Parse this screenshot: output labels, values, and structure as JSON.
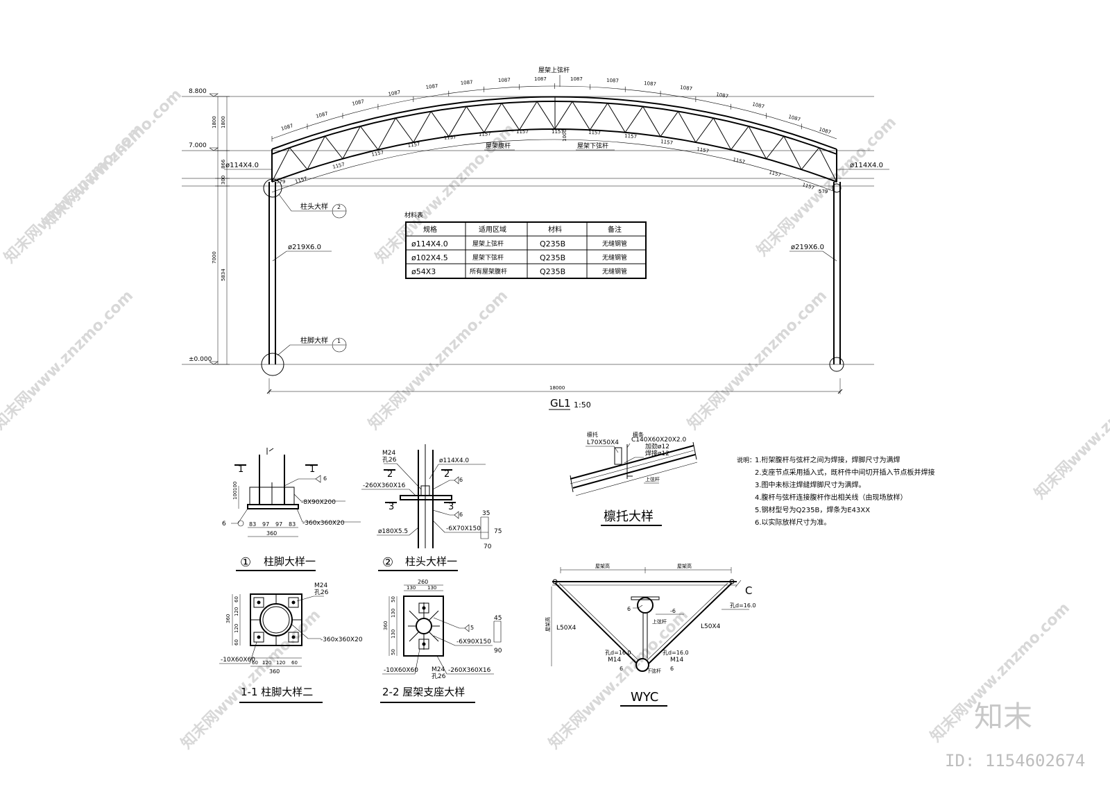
{
  "drawing": {
    "truss": {
      "top_chord_label": "屋架上弦杆",
      "web_label": "屋架腹杆",
      "bottom_chord_label": "屋架下弦杆",
      "top_seg": "1087",
      "bottom_seg": "1157",
      "mid_depth": "1000",
      "end_gap": "579",
      "elev_top": "8.800",
      "elev_eave": "7.000",
      "elev_ground": "±0.000",
      "dims_left": [
        "1800",
        "1800",
        "866",
        "300",
        "7000",
        "5834"
      ],
      "span": "18000",
      "chord_left": "ø114X4.0",
      "chord_right": "ø114X4.0",
      "col_left": "ø219X6.0",
      "col_right": "ø219X6.0",
      "col_head_ref": "柱头大样",
      "col_head_num": "2",
      "col_foot_ref": "柱脚大样",
      "col_foot_num": "1",
      "title": "GL1",
      "scale": "1:50"
    },
    "material_table": {
      "caption": "材料表",
      "headers": [
        "规格",
        "适用区域",
        "材料",
        "备注"
      ],
      "rows": [
        [
          "ø114X4.0",
          "屋架上弦杆",
          "Q235B",
          "无缝钢管"
        ],
        [
          "ø102X4.5",
          "屋架下弦杆",
          "Q235B",
          "无缝钢管"
        ],
        [
          "ø54X3",
          "所有屋架腹杆",
          "Q235B",
          "无缝钢管"
        ]
      ]
    },
    "detail1": {
      "num": "①",
      "title": "柱脚大样一",
      "sec_mark": "1",
      "weld": "6",
      "plate1": "-8X90X200",
      "plate2": "-360x360X20",
      "dims_bottom": [
        "83",
        "97",
        "97",
        "83"
      ],
      "total": "360",
      "h1": "100",
      "h2": "100"
    },
    "detail2": {
      "num": "②",
      "title": "柱头大样一",
      "bolt": "M24",
      "hole": "孔26",
      "pipe": "ø114X4.0",
      "plate": "-260X360X16",
      "rib": "-6X70X150",
      "pipe2": "ø180X5.5",
      "sec2": "2",
      "sec3": "3",
      "weld": "6",
      "rib_dims": [
        "35",
        "75",
        "70"
      ]
    },
    "detail11": {
      "title": "1-1  柱脚大样二",
      "bolt": "M24",
      "hole": "孔26",
      "washer": "-10X60X60",
      "plate": "-360x360X20",
      "dims_h": [
        "60",
        "120",
        "120",
        "60"
      ],
      "dims_v": [
        "60",
        "120",
        "120",
        "60"
      ],
      "total_h": "360",
      "total_v": "360"
    },
    "detail22": {
      "title": "2-2  屋架支座大样",
      "top_total": "260",
      "top_dims": [
        "130",
        "130"
      ],
      "side_total": "360",
      "side_dims": [
        "50",
        "130",
        "130",
        "50"
      ],
      "rib": "-6X90X150",
      "washer": "-10X60X60",
      "bolt": "M24",
      "hole": "孔26",
      "plate": "-260X360X16",
      "weld": "5",
      "rib_dims": [
        "45",
        "90"
      ]
    },
    "purlin": {
      "title": "檩托大样",
      "l1": "檩托",
      "l2": "L70X50X4",
      "l3": "檩条",
      "l4": "C140X60X20X2.0",
      "l5": "加劲ø12",
      "l6": "焊接ø12",
      "l7": "上弦杆"
    },
    "wyc": {
      "title": "WYC",
      "top_left": "屋架高",
      "top_right": "屋架高",
      "side": "屋架高",
      "angle_left": "L50X4",
      "angle_right": "L50X4",
      "weld": "6",
      "plate": "-6",
      "top_chord": "上弦杆",
      "bottom_chord": "下弦杆",
      "bolt": "M14",
      "d1": "孔d=16.0",
      "d2": "孔d=16.0",
      "d3": "孔d=16.0",
      "c": "C"
    },
    "notes": {
      "lead": "说明：",
      "items": [
        "1.桁架腹杆与弦杆之间为焊接，焊脚尺寸为满焊",
        "2.支座节点采用插入式，既杆件中间切开插入节点板并焊接",
        "3.图中未标注焊缝焊脚尺寸为满焊。",
        "4.腹杆与弦杆连接腹杆作出相关线（由现场放样）",
        "5.钢材型号为Q235B，焊条为E43XX",
        "6.以实际放样尺寸为准。"
      ]
    }
  },
  "watermarks": [
    "知末网www.znzmo.com"
  ],
  "brand": {
    "logo": "知末",
    "id": "ID: 1154602674"
  }
}
